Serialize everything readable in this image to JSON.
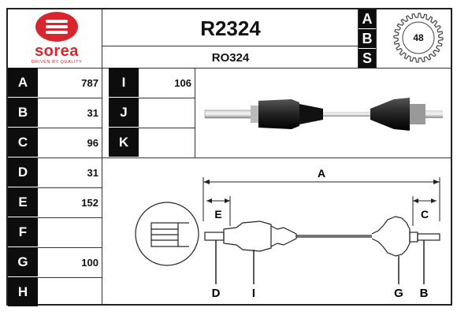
{
  "header": {
    "brand": "sorea",
    "brand_tagline": "DRIVEN BY QUALITY",
    "part_number": "R2324",
    "alt_reference": "RO324",
    "abs_letters": [
      "A",
      "B",
      "S"
    ],
    "abs_teeth": "48"
  },
  "specs_left": [
    {
      "label": "A",
      "value": "787"
    },
    {
      "label": "B",
      "value": "31"
    },
    {
      "label": "C",
      "value": "96"
    },
    {
      "label": "D",
      "value": "31"
    },
    {
      "label": "E",
      "value": "152"
    },
    {
      "label": "F",
      "value": ""
    },
    {
      "label": "G",
      "value": "100"
    },
    {
      "label": "H",
      "value": ""
    }
  ],
  "specs_mid": [
    {
      "label": "I",
      "value": "106"
    },
    {
      "label": "J",
      "value": ""
    },
    {
      "label": "K",
      "value": ""
    }
  ],
  "diagram_labels": {
    "A": "A",
    "B": "B",
    "C": "C",
    "D": "D",
    "E": "E",
    "G": "G",
    "I": "I"
  },
  "colors": {
    "brand_red": "#d7262d",
    "label_bg": "#0d0d0d"
  }
}
